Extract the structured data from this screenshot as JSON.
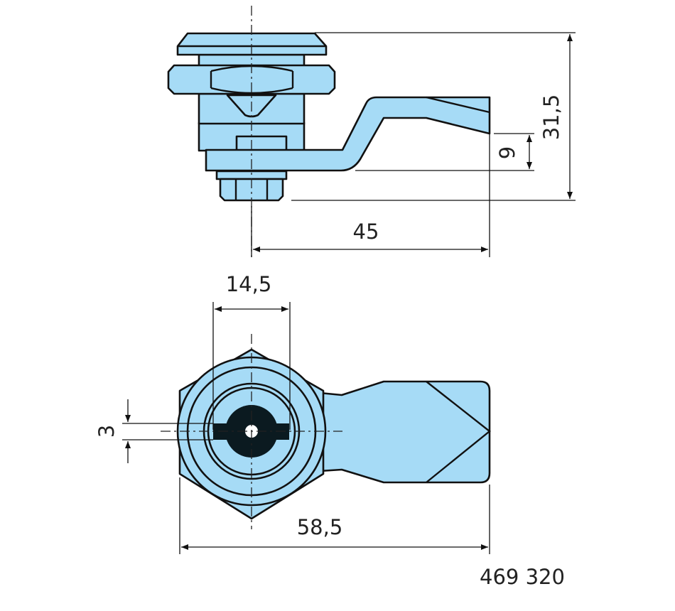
{
  "drawing": {
    "part_number": "469 320",
    "fill_color": "#a6dbf6",
    "dimensions": {
      "height": "31,5",
      "lever_offset": "9",
      "lever_length": "45",
      "body_width": "14,5",
      "slot_width": "3",
      "total_length": "58,5"
    }
  }
}
